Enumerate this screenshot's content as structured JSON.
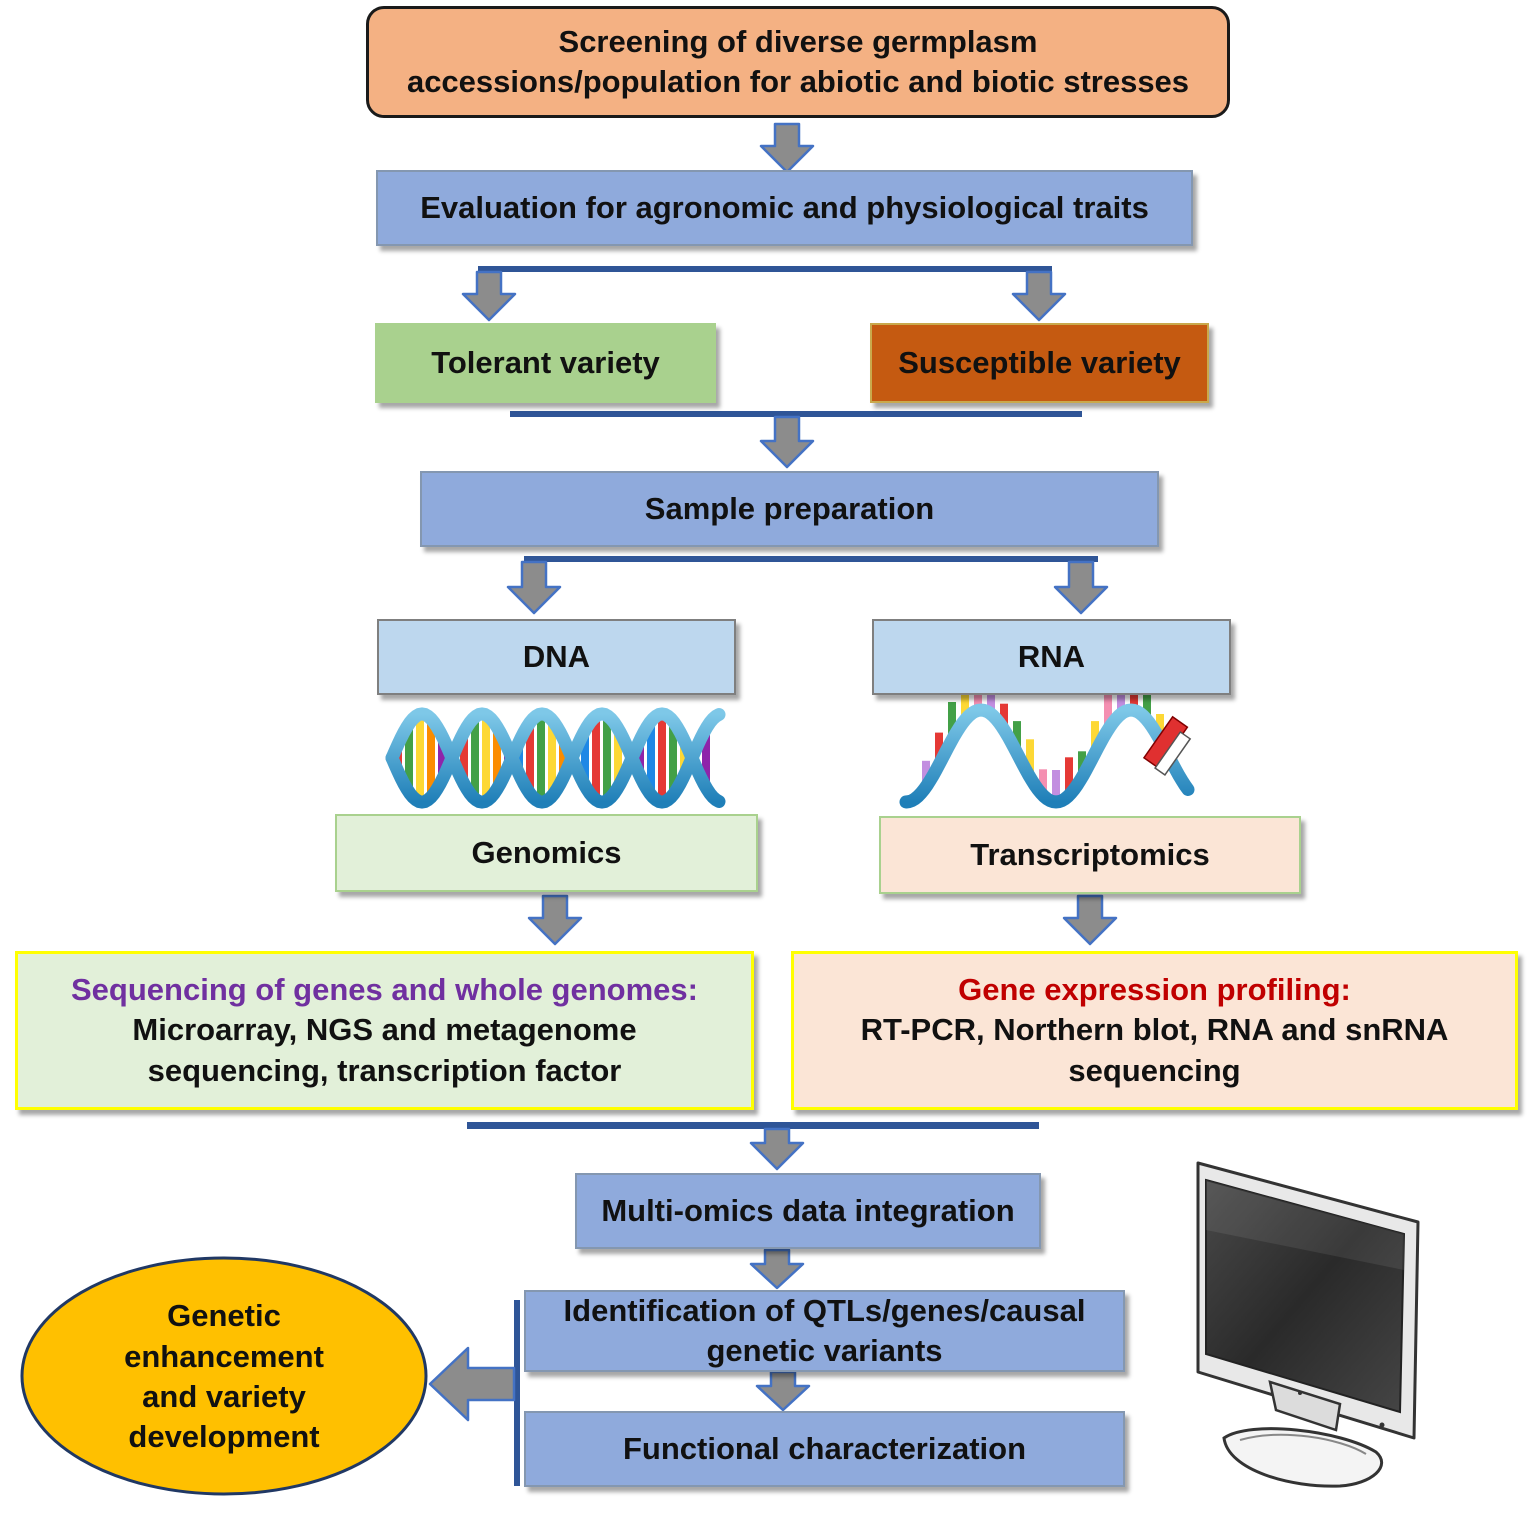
{
  "steps": {
    "screening": {
      "line1": "Screening of diverse germplasm",
      "line2": "accessions/population for abiotic and biotic stresses"
    },
    "evaluation": "Evaluation for agronomic and physiological traits",
    "tolerant": "Tolerant variety",
    "susceptible": "Susceptible variety",
    "sample": "Sample preparation",
    "dna": "DNA",
    "rna": "RNA",
    "genomics": "Genomics",
    "transcriptomics": "Transcriptomics",
    "sequencing": {
      "heading": "Sequencing of genes and whole genomes:",
      "line1": "Microarray, NGS and metagenome",
      "line2": "sequencing, transcription factor"
    },
    "expression": {
      "heading": "Gene expression profiling:",
      "line1": "RT-PCR, Northern blot, RNA and snRNA",
      "line2": "sequencing"
    },
    "integration": "Multi-omics data integration",
    "identification": {
      "line1": "Identification of QTLs/genes/causal",
      "line2": "genetic variants"
    },
    "functional": "Functional characterization",
    "enhancement": {
      "line1": "Genetic",
      "line2": "enhancement",
      "line3": "and variety",
      "line4": "development"
    }
  },
  "colors": {
    "arrow_fill": "#8c8c8c",
    "arrow_stroke": "#4472c4",
    "connector": "#2f5597",
    "screening_box": "#f4b183",
    "process_box": "#8faadc",
    "tolerant_box": "#a9d18e",
    "susceptible_box": "#c55a11",
    "genomics_box": "#e2f0d9",
    "transcriptomics_box": "#fbe5d6",
    "sequencing_heading": "#7030a0",
    "expression_heading": "#c00000",
    "enhancement_ellipse": "#ffc000"
  }
}
